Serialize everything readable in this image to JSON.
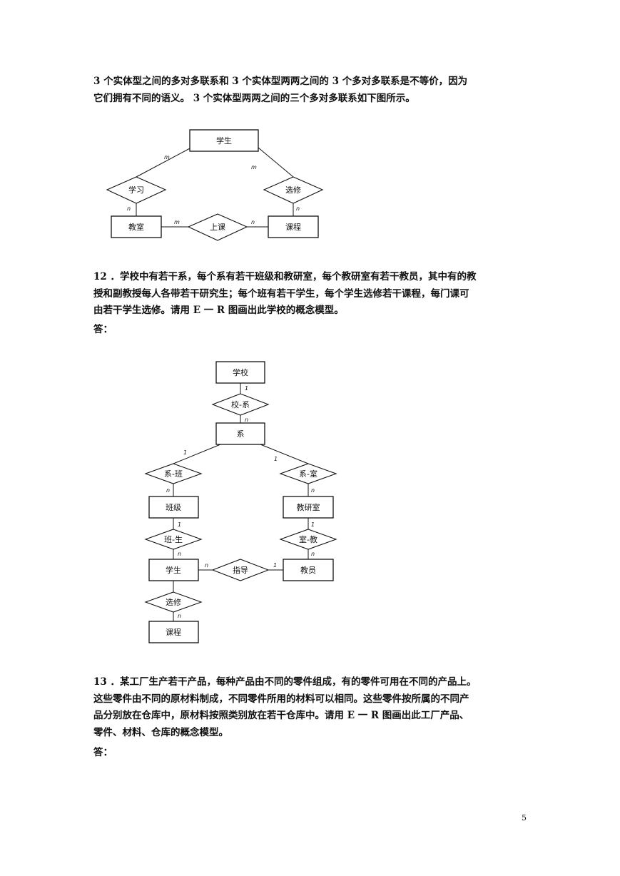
{
  "paragraphs": {
    "p1": [
      "3 个实体型之间的多对多联系和  3  个实体型两两之间的  3  个多对多联系是不等价，因为",
      "它们拥有不同的语义。  3  个实体型两两之间的三个多对多联系如下图所示。"
    ],
    "q12": [
      "12  ．学校中有若干系，每个系有若干班级和教研室，每个教研室有若干教员，其中有的教",
      "授和副教授每人各带若干研究生；每个班有若干学生，每个学生选修若干课程，每门课可",
      "由若干学生选修。请用  E  一  R  图画出此学校的概念模型。"
    ],
    "q13": [
      "13  ．某工厂生产若干产品，每种产品由不同的零件组成，有的零件可用在不同的产品上。",
      "这些零件由不同的原材料制成，不同零件所用的材料可以相同。这些零件按所属的不同产",
      "品分别放在仓库中，原材料按照类别放在若干仓库中。请用  E  一  R  图画出此工厂产品、",
      "零件、材料、仓库的概念模型。"
    ]
  },
  "answer_label": "答：",
  "diagram1": {
    "entities": {
      "student": "学生",
      "classroom": "教室",
      "course": "课程"
    },
    "relations": {
      "study": "学习",
      "elective": "选修",
      "lecture": "上课"
    },
    "cardinalities": {
      "m": "m",
      "n": "n"
    }
  },
  "diagram2": {
    "entities": {
      "school": "学校",
      "dept": "系",
      "class": "班级",
      "office": "教研室",
      "student": "学生",
      "teacher": "教员",
      "course": "课程"
    },
    "relations": {
      "school_dept": "校-系",
      "dept_class": "系-班",
      "dept_office": "系-室",
      "class_student": "班-生",
      "office_teacher": "室-教",
      "guide": "指导",
      "elective": "选修"
    },
    "cardinalities": {
      "one": "1",
      "n": "n"
    }
  },
  "page_number": "5"
}
